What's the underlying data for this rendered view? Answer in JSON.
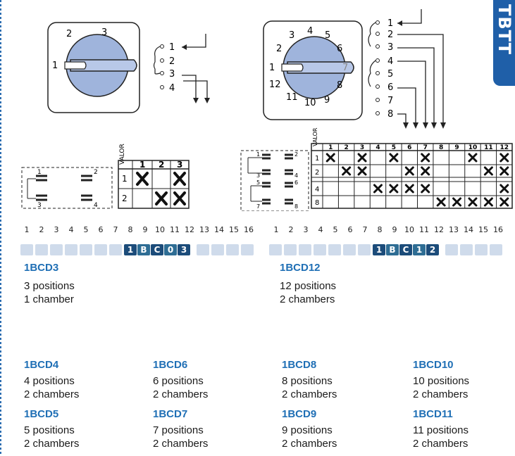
{
  "tab_label": "TBTT",
  "switch3": {
    "labels": [
      "1",
      "2",
      "3"
    ],
    "terminals": [
      "1",
      "2",
      "3",
      "4"
    ]
  },
  "switch12": {
    "labels": [
      "1",
      "2",
      "3",
      "4",
      "5",
      "6",
      "7",
      "8",
      "9",
      "10",
      "11",
      "12"
    ],
    "terminals": [
      "1",
      "2",
      "3",
      "4",
      "5",
      "6",
      "7",
      "8"
    ]
  },
  "table3": {
    "header_label": "VALOR",
    "columns": [
      "1",
      "2",
      "3"
    ],
    "rows": [
      "1",
      "2"
    ],
    "contacts": [
      "1",
      "2",
      "3",
      "4"
    ]
  },
  "table12": {
    "header_label": "VALOR",
    "columns": [
      "1",
      "2",
      "3",
      "4",
      "5",
      "6",
      "7",
      "8",
      "9",
      "10",
      "11",
      "12"
    ],
    "rows": [
      "1",
      "2",
      "4",
      "8"
    ],
    "contacts": [
      "1",
      "2",
      "3",
      "4",
      "5",
      "6",
      "7",
      "8"
    ]
  },
  "positions_row": [
    "1",
    "2",
    "3",
    "4",
    "5",
    "6",
    "7",
    "8",
    "9",
    "10",
    "11",
    "12",
    "13",
    "14",
    "15",
    "16"
  ],
  "code_left": [
    "1",
    "B",
    "C",
    "0",
    "3"
  ],
  "code_right": [
    "1",
    "B",
    "C",
    "1",
    "2"
  ],
  "left_model": {
    "name": "1BCD3",
    "line1": "3 positions",
    "line2": "1 chamber"
  },
  "right_model": {
    "name": "1BCD12",
    "line1": "12 positions",
    "line2": "2 chambers"
  },
  "models": [
    {
      "name": "1BCD4",
      "line1": "4 positions",
      "line2": "2 chambers"
    },
    {
      "name": "1BCD6",
      "line1": "6 positions",
      "line2": "2 chambers"
    },
    {
      "name": "1BCD8",
      "line1": "8 positions",
      "line2": "2 chambers"
    },
    {
      "name": "1BCD10",
      "line1": "10 positions",
      "line2": "2 chambers"
    },
    {
      "name": "1BCD5",
      "line1": "5 positions",
      "line2": "2 chambers"
    },
    {
      "name": "1BCD7",
      "line1": "7 positions",
      "line2": "2 chambers"
    },
    {
      "name": "1BCD9",
      "line1": "9 positions",
      "line2": "2 chambers"
    },
    {
      "name": "1BCD11",
      "line1": "11 positions",
      "line2": "2 chambers"
    }
  ]
}
